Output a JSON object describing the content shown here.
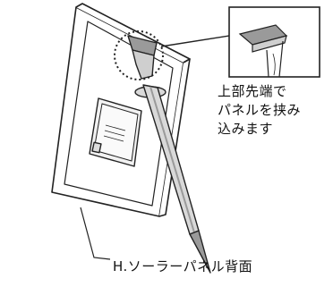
{
  "callout": {
    "lines": [
      "上部先端で",
      "パネルを挟み",
      "込みます"
    ]
  },
  "labels": {
    "panel_back": "H.ソーラーパネル背面"
  },
  "colors": {
    "line": "#222222",
    "panel_fill": "#ffffff",
    "stake_fill": "#d9d9d9",
    "stake_dark": "#9a9a9a",
    "box_fill": "#f2f2f2"
  }
}
